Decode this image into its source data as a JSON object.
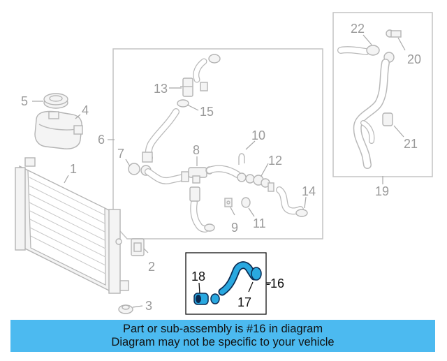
{
  "diagram": {
    "callouts": {
      "c1": "1",
      "c2": "2",
      "c3": "3",
      "c4": "4",
      "c5": "5",
      "c6": "6",
      "c7": "7",
      "c8": "8",
      "c9": "9",
      "c10": "10",
      "c11": "11",
      "c12": "12",
      "c13": "13",
      "c14": "14",
      "c15": "15",
      "c16": "-16",
      "c17": "17",
      "c18": "18",
      "c19": "19",
      "c20": "20",
      "c21": "21",
      "c22": "22"
    },
    "highlighted_part": "16",
    "colors": {
      "highlight_fill": "#29a8e0",
      "highlight_stroke": "#0b2b52",
      "ghost_stroke": "#b9b9b9",
      "banner": "#4cbaf0"
    }
  },
  "banner": {
    "line1": "Part or sub-assembly is #16 in diagram",
    "line2": "Diagram may not be specific to your vehicle"
  }
}
